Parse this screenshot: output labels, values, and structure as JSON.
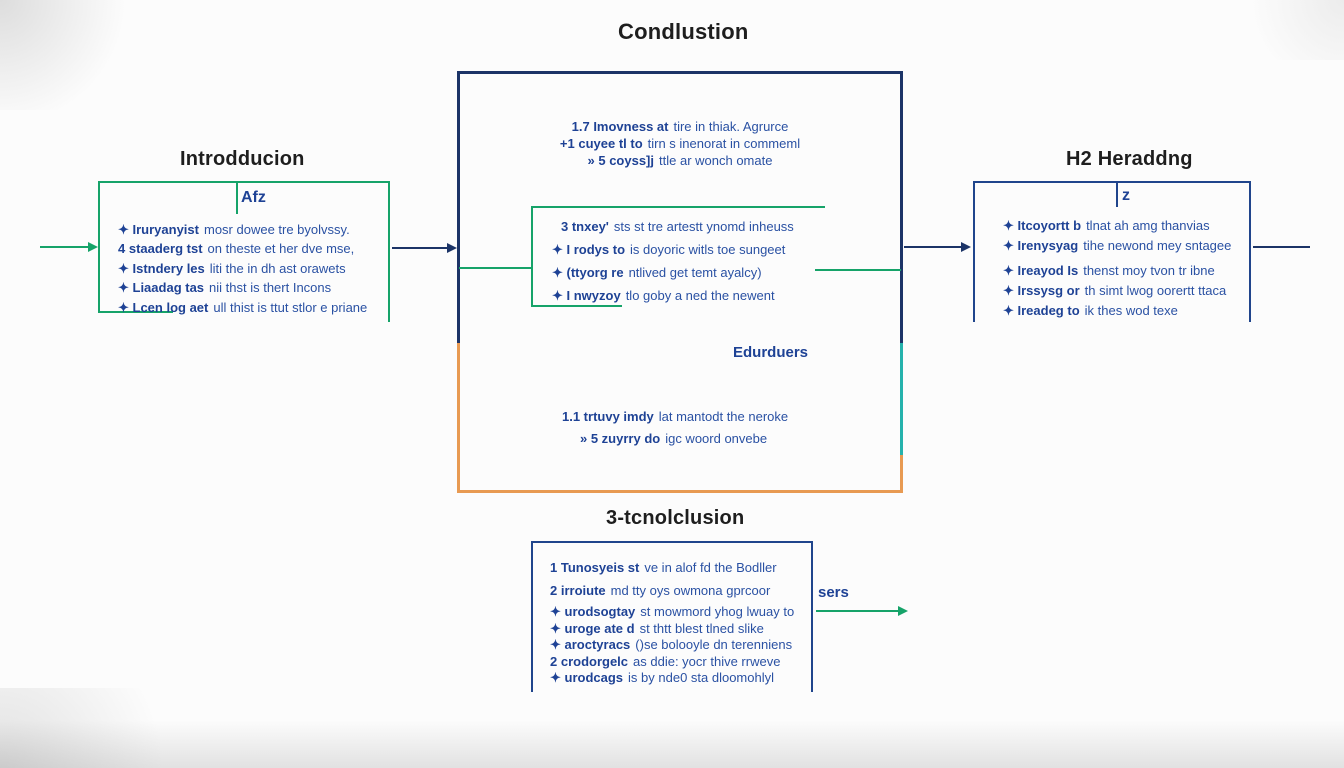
{
  "title": "Condlustion",
  "colors": {
    "green": "#16a369",
    "navy": "#1c3467",
    "box_blue": "#20458c",
    "orange": "#e89a52",
    "teal": "#25b2ac",
    "text_blue": "#2a51a3",
    "text_bold_blue": "#1e4295",
    "title_dark": "#1e1e1e"
  },
  "intro": {
    "title": "Introdducion",
    "divider_label": "Afz",
    "items": [
      {
        "lead": "✦ Iruryanyist",
        "rest": "mosr dowee tre byolvssy."
      },
      {
        "lead": "4 staaderg tst",
        "rest": "on theste et her dve mse,"
      },
      {
        "lead": "✦ Istndery les",
        "rest": "liti the in dh ast orawets"
      },
      {
        "lead": "✦ Liaadag tas",
        "rest": "nii thst is thert Incons"
      },
      {
        "lead": "✦ Lcen log aet",
        "rest": "ull thist is ttut stlor e priane"
      }
    ]
  },
  "main": {
    "section1": [
      {
        "lead": "1.7 Imovness at",
        "rest": "tire in thiak. Agrurce"
      },
      {
        "lead": "+1 cuyee tl to",
        "rest": "tirn s inenorat in commeml"
      },
      {
        "lead": "» 5 coyss]j",
        "rest": "ttle ar wonch omate"
      }
    ],
    "inner": [
      {
        "lead": "3 tnxey'",
        "rest": "sts st tre artestt ynomd inheuss"
      },
      {
        "lead": "✦ I rodys to",
        "rest": "is doyoric witls toe sungeet"
      },
      {
        "lead": "✦ (ttyorg re",
        "rest": "ntlived get temt ayalcy)"
      },
      {
        "lead": "✦ I nwyzoy",
        "rest": "tlo goby a ned the newent"
      }
    ],
    "label": "Edurduers",
    "section3": [
      {
        "lead": "1.1 trtuvy imdy",
        "rest": "lat mantodt the neroke"
      },
      {
        "lead": "» 5 zuyrry do",
        "rest": "igc woord onvebe"
      }
    ]
  },
  "heading_box": {
    "title": "H2 Heraddng",
    "divider_label": "z",
    "items": [
      {
        "lead": "✦ Itcoyortt b",
        "rest": "tlnat ah amg thanvias"
      },
      {
        "lead": "✦ Irenysyag",
        "rest": "tihe newond mey sntagee"
      },
      {
        "lead": "✦ Ireayod Is",
        "rest": "thenst moy tvon tr ibne"
      },
      {
        "lead": "✦ Irssysg or",
        "rest": "th simt lwog oorertt ttaca"
      },
      {
        "lead": "✦ Ireadeg to",
        "rest": "ik thes wod texe"
      }
    ]
  },
  "conclusion_box": {
    "title": "3-tcnolclusion",
    "tag": "sers",
    "items": [
      {
        "lead": "1 Tunosyeis st",
        "rest": "ve in alof fd the Bodller"
      },
      {
        "lead": "2 irroiute",
        "rest": "md tty oys owmona gprcoor"
      },
      {
        "lead": "✦ urodsogtay",
        "rest": "st mowmord yhog lwuay to"
      },
      {
        "lead": "✦ uroge ate d",
        "rest": "st thtt blest tlned slike"
      },
      {
        "lead": "✦ aroctyracs",
        "rest": "()se bolooyle dn terenniens"
      },
      {
        "lead": "2 crodorgelc",
        "rest": "as ddie: yocr thive rrweve"
      },
      {
        "lead": "✦ urodcags",
        "rest": "is by nde0 sta dloomohlyl"
      }
    ]
  }
}
